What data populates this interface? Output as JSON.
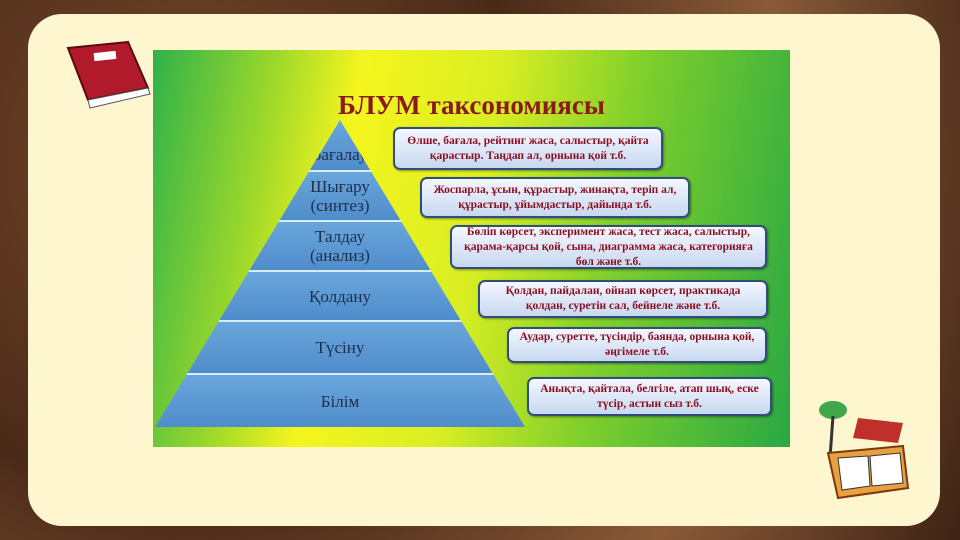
{
  "title": "БЛУМ таксономиясы",
  "levels": [
    "бағалау",
    "Шығару\n(синтез)",
    "Талдау\n(анализ)",
    "Қолдану",
    "Түсіну",
    "Білім"
  ],
  "descriptions": [
    "Өлше, бағала, рейтинг жаса, салыстыр, қайта қарастыр. Таңдап ал, орнына қой т.б.",
    "Жоспарла, ұсын, құрастыр, жинақта, теріп ал, құрастыр, ұйымдастыр, дайында т.б.",
    "Бөліп көрсет, эксперимент жаса, тест жаса, салыстыр, қарама-қарсы қой, сына, диаграмма жаса, категорияға бөл және т.б.",
    "Қолдан, пайдалан, ойнап көрсет, практикада қолдан, суретін сал, бейнеле және т.б.",
    "Аудар, суретте, түсіндір, баянда, орнына қой, әңгімеле т.б.",
    "Анықта, қайтала, белгіле, атап шық, еске түсір, астын сыз т.б."
  ]
}
